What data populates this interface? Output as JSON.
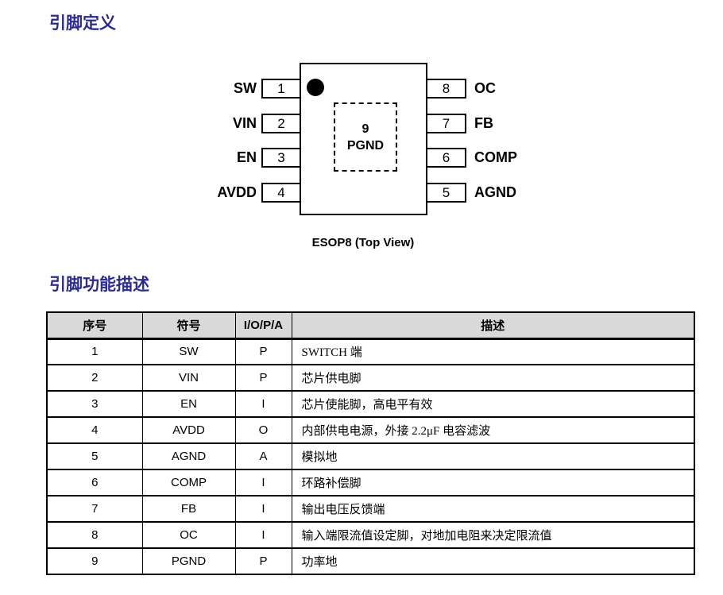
{
  "sections": {
    "pin_definition_title": "引脚定义",
    "pin_function_title": "引脚功能描述"
  },
  "colors": {
    "title_accent": "#2b2b96",
    "table_header_bg": "#d9d9d9",
    "line_color": "#000000"
  },
  "diagram": {
    "package_name": "ESOP8",
    "caption": "ESOP8 (Top View)",
    "pin1_marker": "filled-dot",
    "center_pad": {
      "number": "9",
      "label": "PGND"
    },
    "left_pins": [
      {
        "number": "1",
        "label": "SW"
      },
      {
        "number": "2",
        "label": "VIN"
      },
      {
        "number": "3",
        "label": "EN"
      },
      {
        "number": "4",
        "label": "AVDD"
      }
    ],
    "right_pins": [
      {
        "number": "8",
        "label": "OC"
      },
      {
        "number": "7",
        "label": "FB"
      },
      {
        "number": "6",
        "label": "COMP"
      },
      {
        "number": "5",
        "label": "AGND"
      }
    ]
  },
  "pin_table": {
    "headers": [
      "序号",
      "符号",
      "I/O/P/A",
      "描述"
    ],
    "rows": [
      {
        "no": "1",
        "symbol": "SW",
        "iopa": "P",
        "desc": "SWITCH 端"
      },
      {
        "no": "2",
        "symbol": "VIN",
        "iopa": "P",
        "desc": "芯片供电脚"
      },
      {
        "no": "3",
        "symbol": "EN",
        "iopa": "I",
        "desc": "芯片使能脚，高电平有效"
      },
      {
        "no": "4",
        "symbol": "AVDD",
        "iopa": "O",
        "desc": "内部供电电源，外接 2.2μF 电容滤波"
      },
      {
        "no": "5",
        "symbol": "AGND",
        "iopa": "A",
        "desc": "模拟地"
      },
      {
        "no": "6",
        "symbol": "COMP",
        "iopa": "I",
        "desc": "环路补偿脚"
      },
      {
        "no": "7",
        "symbol": "FB",
        "iopa": "I",
        "desc": "输出电压反馈端"
      },
      {
        "no": "8",
        "symbol": "OC",
        "iopa": "I",
        "desc": "输入端限流值设定脚，对地加电阻来决定限流值"
      },
      {
        "no": "9",
        "symbol": "PGND",
        "iopa": "P",
        "desc": "功率地"
      }
    ]
  }
}
